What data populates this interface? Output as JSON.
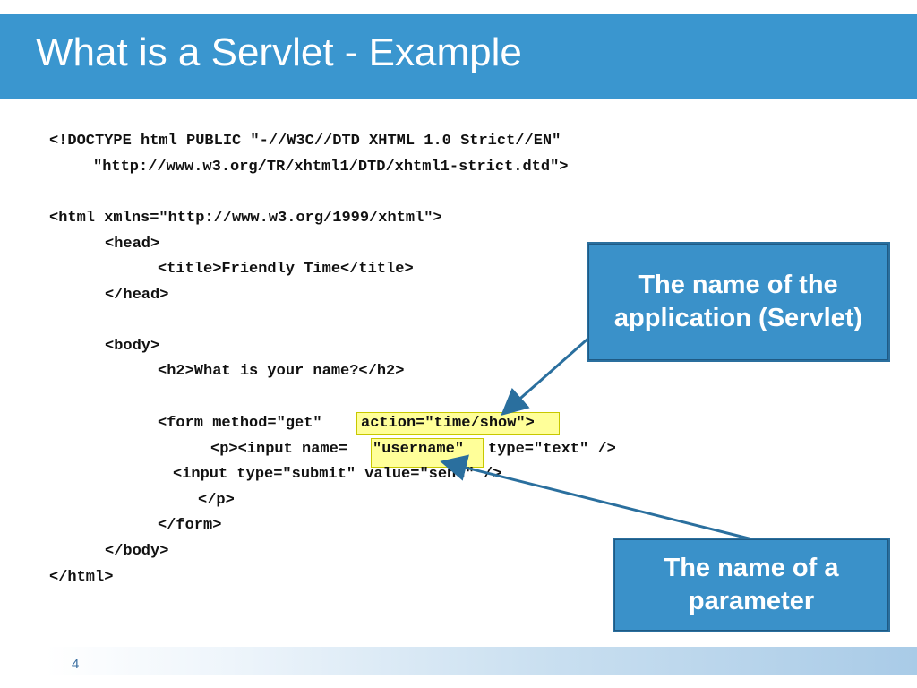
{
  "slide": {
    "title": "What is a Servlet - Example",
    "page_number": "4"
  },
  "code": {
    "line1": "<!DOCTYPE html PUBLIC \"-//W3C//DTD XHTML 1.0 Strict//EN\"",
    "line2": "\"http://www.w3.org/TR/xhtml1/DTD/xhtml1-strict.dtd\">",
    "line3": "<html xmlns=\"http://www.w3.org/1999/xhtml\">",
    "line4": "<head>",
    "line5": "<title>Friendly Time</title>",
    "line6": "</head>",
    "line7": "<body>",
    "line8": "<h2>What is your name?</h2>",
    "line9a": "<form method=\"get\"",
    "line9b": "action=\"time/show\">",
    "line10a": "<p><input name=",
    "line10b": "\"username\"",
    "line10c": "type=\"text\" />",
    "line11": "<input type=\"submit\" value=\"send\" />",
    "line12": "</p>",
    "line13": "</form>",
    "line14": "</body>",
    "line15": "</html>"
  },
  "callouts": {
    "application": "The name of the application (Servlet)",
    "parameter": "The name of a parameter"
  },
  "colors": {
    "title_bar": "#3a96cf",
    "callout_fill": "#3a91c9",
    "highlight": "#ffff99",
    "arrow": "#2a6f9e"
  }
}
